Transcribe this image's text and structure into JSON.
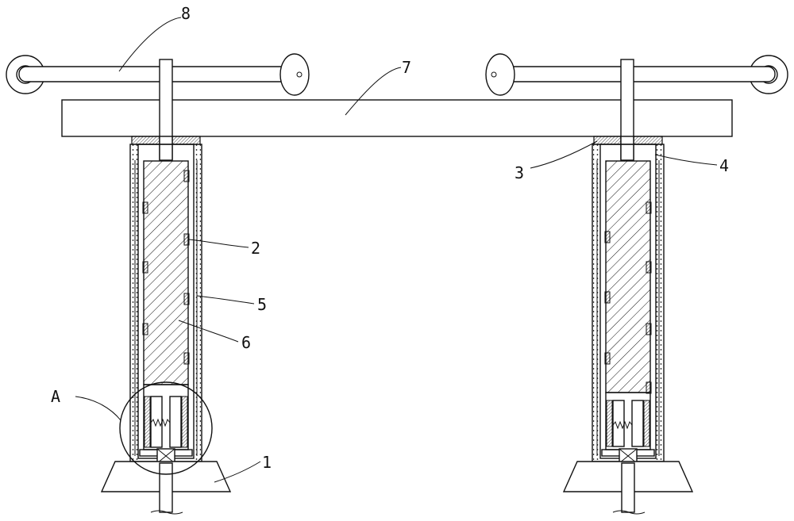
{
  "figure": {
    "part_labels": {
      "base": "1",
      "block": "2",
      "cap": "3",
      "gap_top": "4",
      "sleeve": "5",
      "inner_column": "6",
      "crossbeam": "7",
      "handrail": "8",
      "detail_a": "A"
    }
  }
}
